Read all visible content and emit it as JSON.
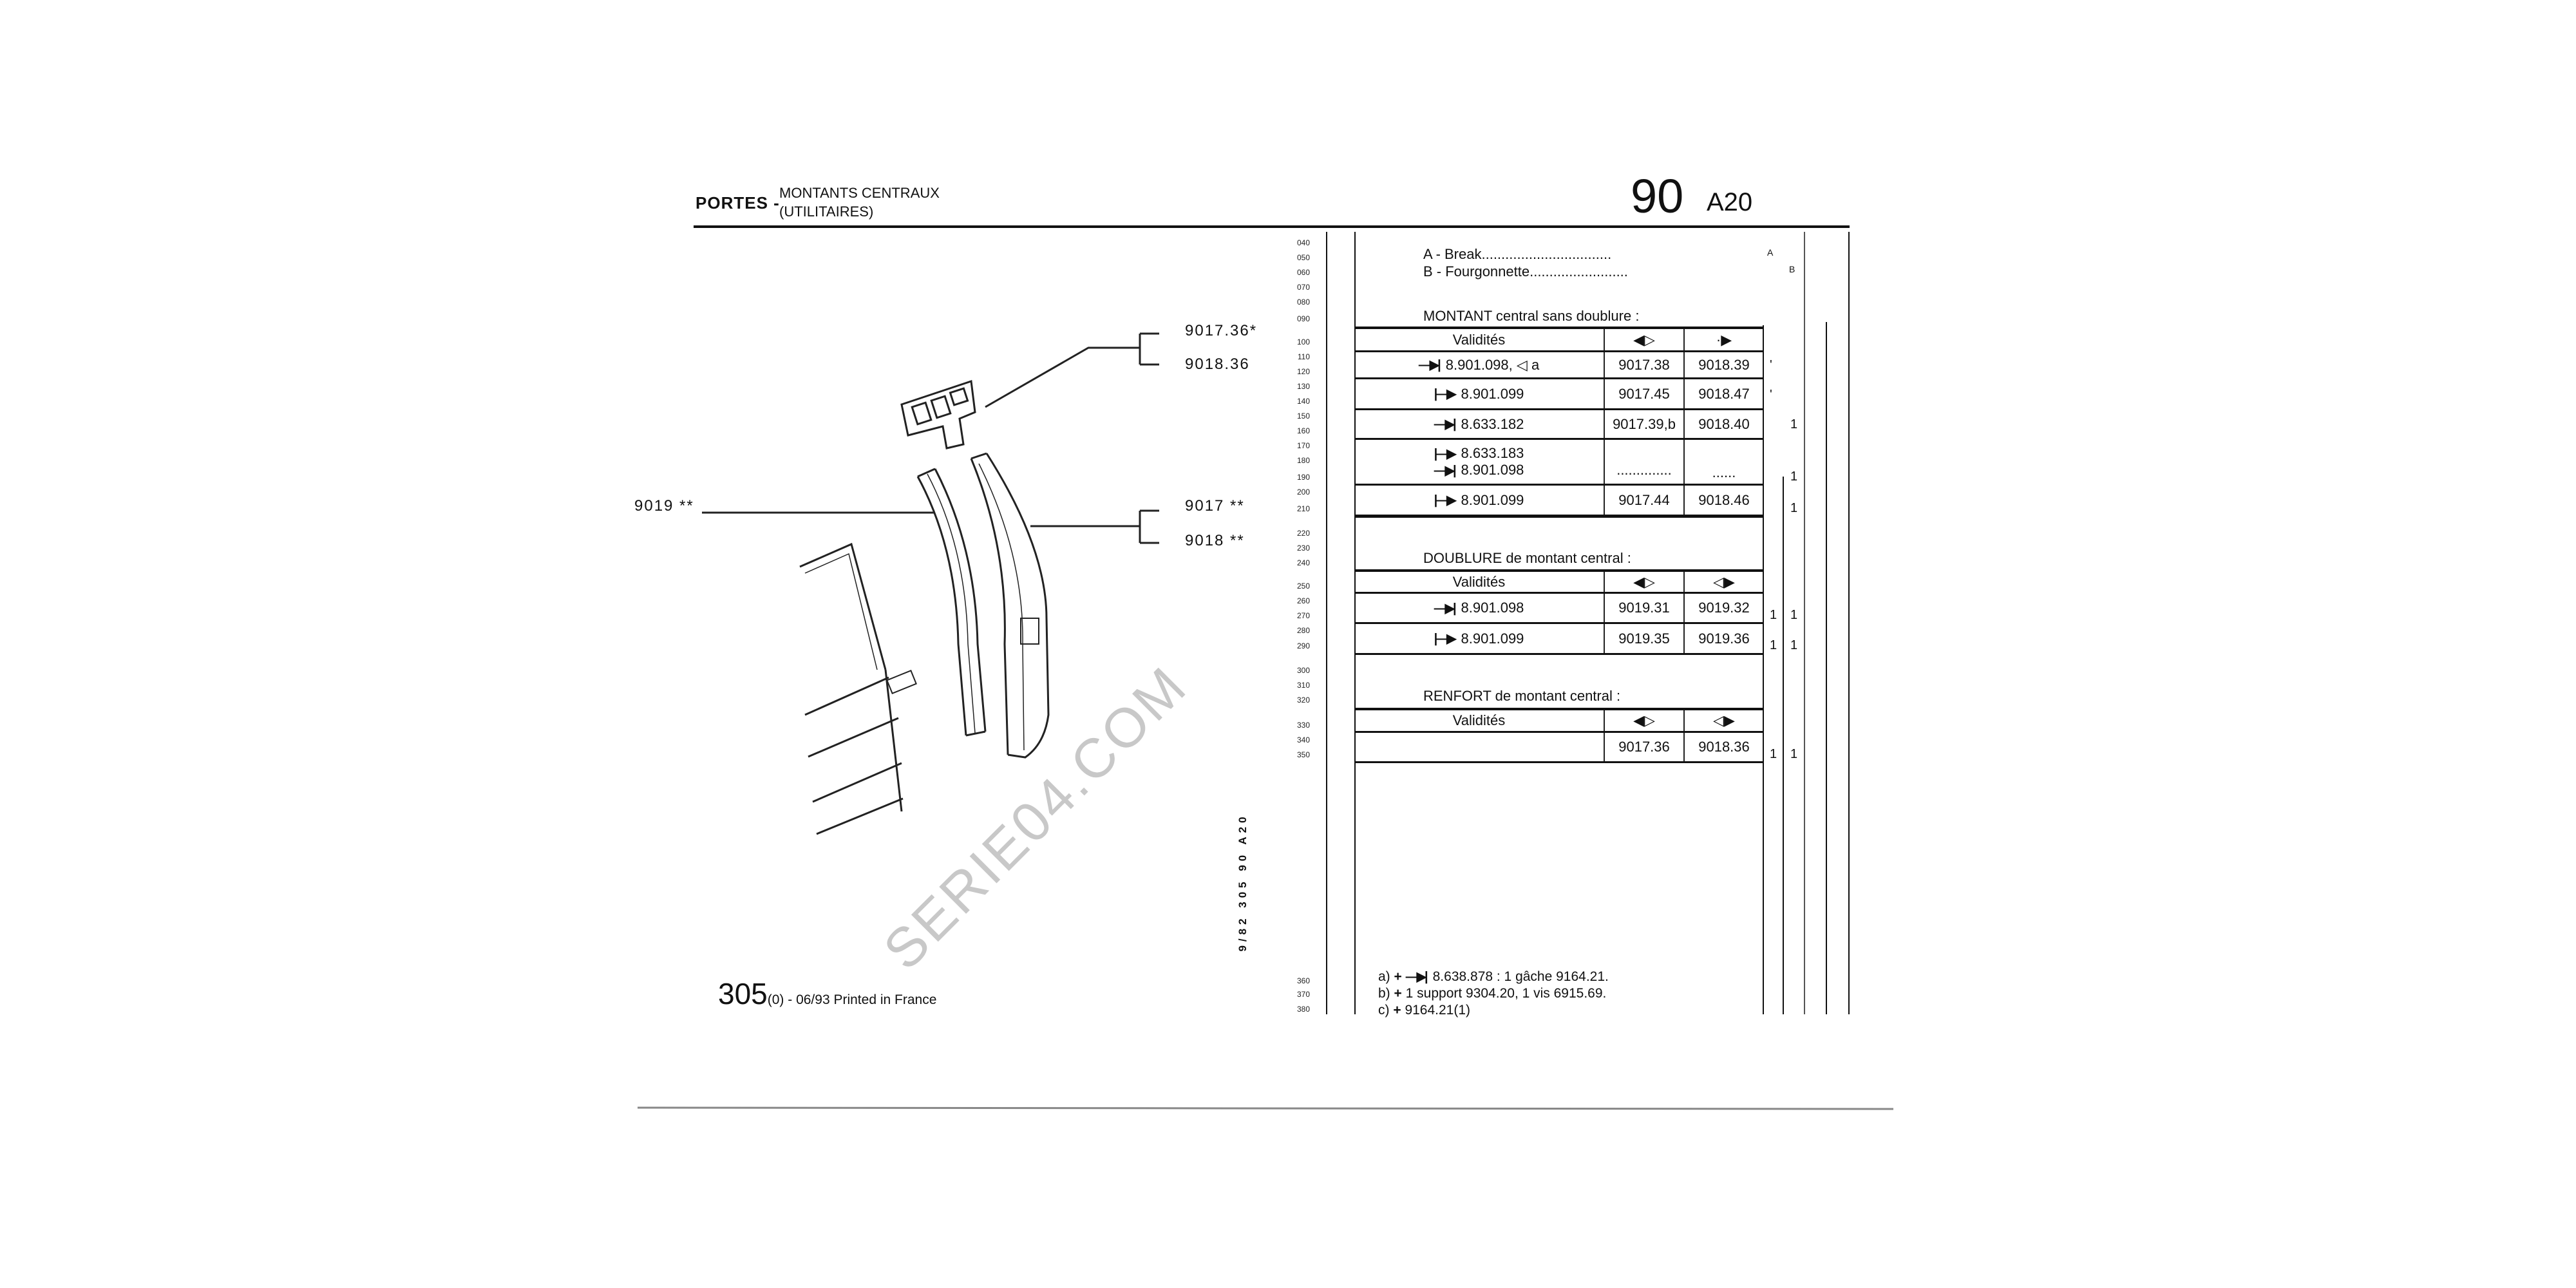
{
  "header": {
    "section": "PORTES -",
    "subtitle_line1": "MONTANTS CENTRAUX",
    "subtitle_line2": "(UTILITAIRES)",
    "group_number": "90",
    "plate_code": "A20"
  },
  "line_numbers": [
    "040",
    "050",
    "060",
    "070",
    "080",
    "090",
    "100",
    "110",
    "120",
    "130",
    "140",
    "150",
    "160",
    "170",
    "180",
    "190",
    "200",
    "210",
    "220",
    "230",
    "240",
    "250",
    "260",
    "270",
    "280",
    "290",
    "300",
    "310",
    "320",
    "330",
    "340",
    "350",
    "360",
    "370",
    "380"
  ],
  "legend": {
    "a": "A - Break.................................",
    "b": "B - Fourgonnette.........................",
    "col_a": "A",
    "col_b": "B"
  },
  "sections": [
    {
      "title": "MONTANT central sans doublure :",
      "header": {
        "validity": "Validités",
        "left_icon": "left-side-icon",
        "right_icon": "right-side-icon",
        "left_glyph": "◀▷",
        "right_glyph": "·▶"
      },
      "rows": [
        {
          "lines": [
            {
              "icon": "arrow-to-bar-icon",
              "glyph": "—▶|",
              "ref": "8.901.098,",
              "extra_glyph": "◁",
              "extra": "a"
            }
          ],
          "left": "9017.38",
          "right": "9018.39",
          "qty_a": "'",
          "qty_b": ""
        },
        {
          "lines": [
            {
              "icon": "arrow-from-bar-icon",
              "glyph": "|—▶",
              "ref": "8.901.099"
            }
          ],
          "left": "9017.45",
          "right": "9018.47",
          "qty_a": "'",
          "qty_b": ""
        },
        {
          "lines": [
            {
              "icon": "arrow-to-bar-icon",
              "glyph": "—▶|",
              "ref": "8.633.182"
            }
          ],
          "left": "9017.39,b",
          "right": "9018.40",
          "qty_a": "",
          "qty_b": "1"
        },
        {
          "lines": [
            {
              "icon": "arrow-from-bar-icon",
              "glyph": "|—▶",
              "ref": "8.633.183"
            },
            {
              "icon": "arrow-to-bar-icon",
              "glyph": "—▶|",
              "ref": "8.901.098"
            }
          ],
          "left": "..............",
          "right": "......",
          "qty_a": "",
          "qty_b": "1"
        },
        {
          "lines": [
            {
              "icon": "arrow-from-bar-icon",
              "glyph": "|—▶",
              "ref": "8.901.099"
            }
          ],
          "left": "9017.44",
          "right": "9018.46",
          "qty_a": "",
          "qty_b": "1"
        }
      ]
    },
    {
      "title": "DOUBLURE de montant central :",
      "header": {
        "validity": "Validités",
        "left_glyph": "◀▷",
        "right_glyph": "◁▶"
      },
      "rows": [
        {
          "lines": [
            {
              "icon": "arrow-to-bar-icon",
              "glyph": "—▶|",
              "ref": "8.901.098"
            }
          ],
          "left": "9019.31",
          "right": "9019.32",
          "qty_a": "1",
          "qty_b": "1"
        },
        {
          "lines": [
            {
              "icon": "arrow-from-bar-icon",
              "glyph": "|—▶",
              "ref": "8.901.099"
            }
          ],
          "left": "9019.35",
          "right": "9019.36",
          "qty_a": "1",
          "qty_b": "1"
        }
      ]
    },
    {
      "title": "RENFORT de montant central :",
      "header": {
        "validity": "Validités",
        "left_glyph": "◀▷",
        "right_glyph": "◁▶"
      },
      "rows": [
        {
          "lines": [],
          "left": "9017.36",
          "right": "9018.36",
          "qty_a": "1",
          "qty_b": "1"
        }
      ]
    }
  ],
  "notes": [
    {
      "label": "a)",
      "plus": "+",
      "glyph": "—▶|",
      "text": "8.638.878 : 1 gâche 9164.21."
    },
    {
      "label": "b)",
      "plus": "+",
      "text": "1 support 9304.20, 1 vis 6915.69."
    },
    {
      "label": "c)",
      "plus": "+",
      "text": "9164.21(1)"
    }
  ],
  "side_reference": "9/82 305 90 A20",
  "callouts": {
    "renfort_left": "9017.36*",
    "renfort_right": "9018.36",
    "doublure": "9019 **",
    "montant_left": "9017 **",
    "montant_right": "9018 **"
  },
  "footer": {
    "model": "305",
    "suffix": "(0) - 06/93 Printed in France"
  },
  "watermark": "SERIE04.COM"
}
